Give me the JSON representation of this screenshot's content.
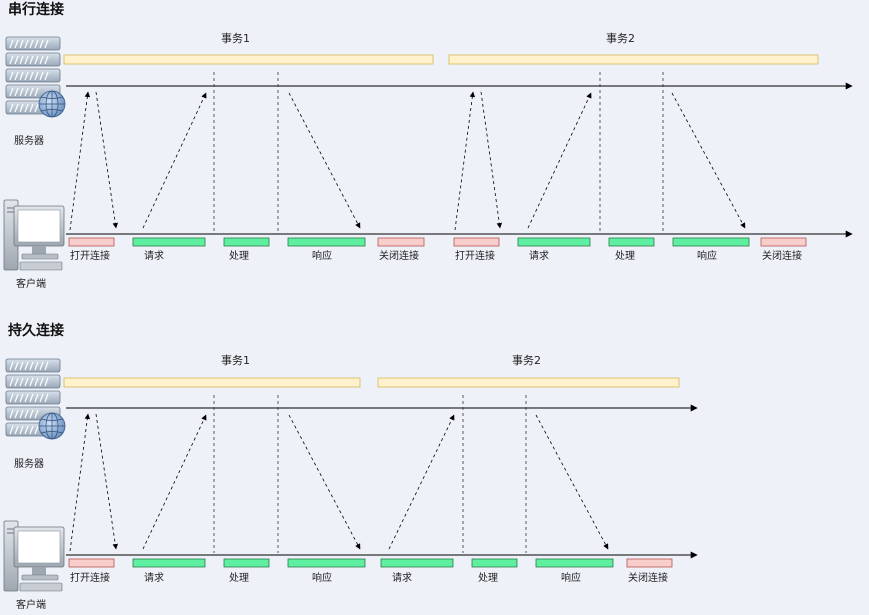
{
  "sections": [
    {
      "title": "串行连接",
      "server_label": "服务器",
      "client_label": "客户端",
      "transactions": [
        "事务1",
        "事务2"
      ],
      "steps": [
        "打开连接",
        "请求",
        "处理",
        "响应",
        "关闭连接",
        "打开连接",
        "请求",
        "处理",
        "响应",
        "关闭连接"
      ]
    },
    {
      "title": "持久连接",
      "server_label": "服务器",
      "client_label": "客户端",
      "transactions": [
        "事务1",
        "事务2"
      ],
      "steps": [
        "打开连接",
        "请求",
        "处理",
        "响应",
        "请求",
        "处理",
        "响应",
        "关闭连接"
      ]
    }
  ],
  "colors": {
    "transaction_bar": "#fff2cc",
    "transaction_border": "#d6b656",
    "open_close": "#f8cecc",
    "open_close_border": "#b85450",
    "active": "#5ef0a0",
    "active_border": "#2d7a4b",
    "line": "#000000"
  },
  "icons": [
    "server-icon",
    "computer-icon"
  ]
}
